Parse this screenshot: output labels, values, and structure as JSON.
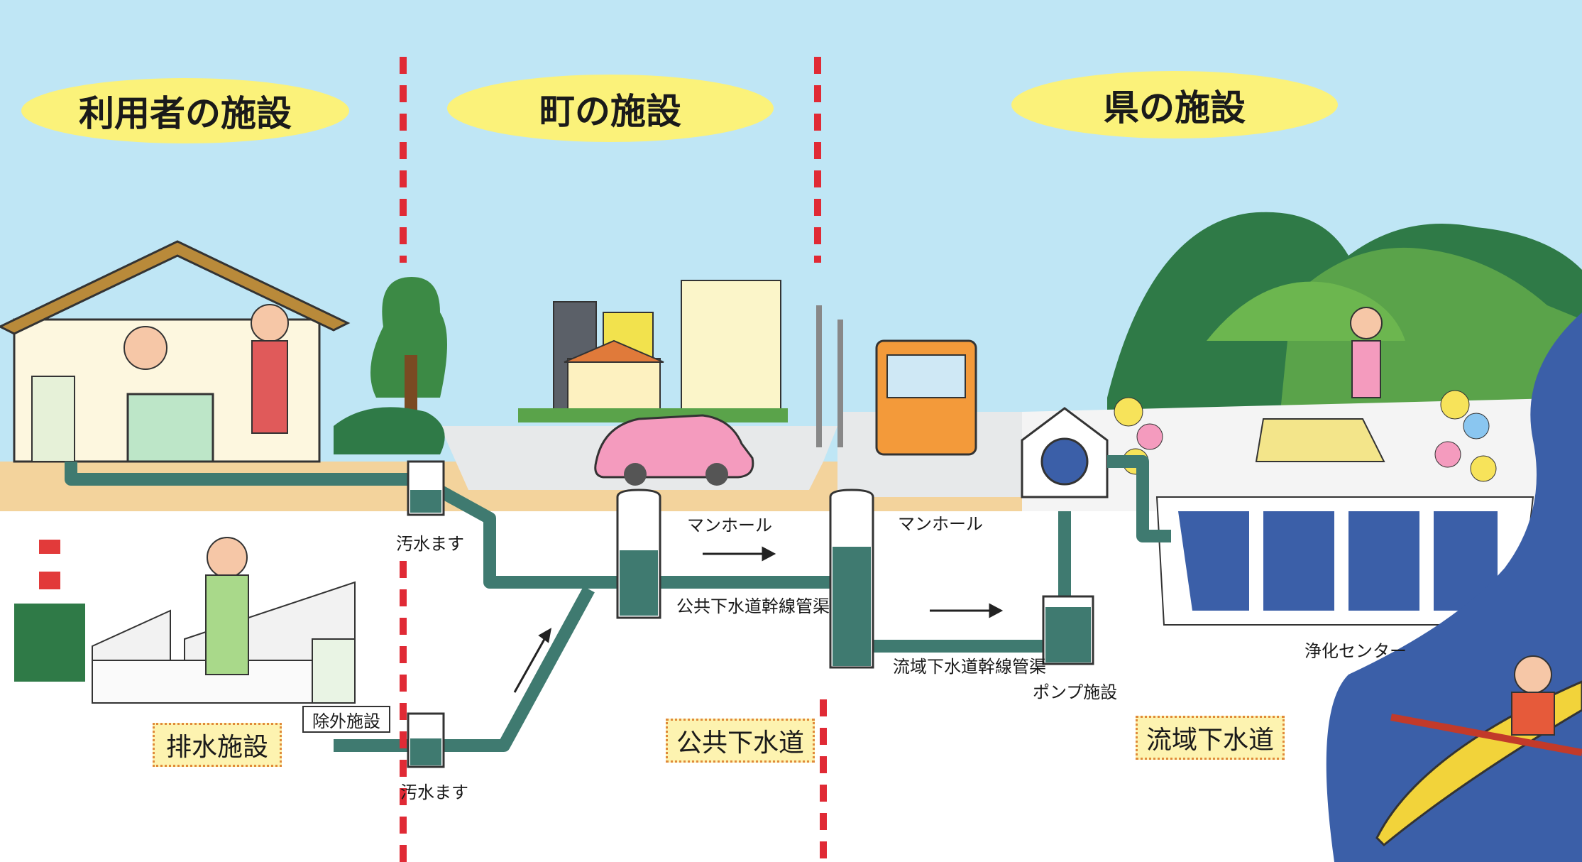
{
  "zones": {
    "user": "利用者の施設",
    "town": "町の施設",
    "prefecture": "県の施設"
  },
  "labels": {
    "catch_basin_upper": "汚水ます",
    "catch_basin_lower": "汚水ます",
    "manhole_1": "マンホール",
    "manhole_2": "マンホール",
    "public_trunk_pipe": "公共下水道幹線管渠",
    "regional_trunk_pipe": "流域下水道幹線管渠",
    "pump_facility": "ポンプ施設",
    "treatment_center": "浄化センター",
    "pretreatment": "除外施設"
  },
  "systems": {
    "drainage": "排水施設",
    "public_sewer": "公共下水道",
    "regional_sewer": "流域下水道"
  },
  "colors": {
    "sky": "#bfe6f5",
    "earth": "#f3d39c",
    "pipe": "#3f7a70",
    "divider": "#e02a35",
    "label_fill": "#fbf27a",
    "tag_fill": "#fdf3b0",
    "river": "#3b5fa8"
  }
}
